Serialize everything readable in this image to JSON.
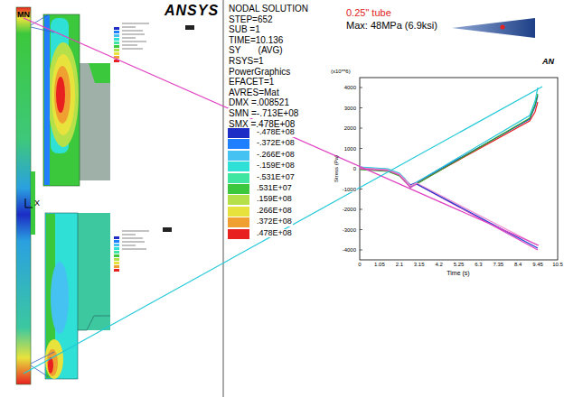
{
  "diagram": {
    "labels": [
      "MN",
      "X",
      "ANSYS",
      "NODAL SOLUTION",
      "STEP=652",
      "SUB =1",
      "TIME=10.136",
      "SY       (AVG)",
      "RSYS=1",
      "PowerGraphics",
      "EFACET=1",
      "AVRES=Mat",
      "DMX =.008521",
      "SMN =-.713E+08",
      "SMX =.478E+08",
      "0.25\" tube",
      "Max: 48MPa (6.9ksi)",
      "AN",
      "(x10**6)",
      "4000",
      "3000",
      "2000",
      "1000",
      "0",
      "-1000",
      "-2000",
      "-3000",
      "-4000",
      "0",
      "1.05",
      "2.1",
      "3.15",
      "4.2",
      "5.25",
      "6.3",
      "7.35",
      "8.4",
      "9.45",
      "10.5",
      "Stress (Pa)",
      "Time (s)"
    ],
    "legend": [
      {
        "text": "-.478E+08",
        "color": "#1c2cc4"
      },
      {
        "text": "-.372E+08",
        "color": "#1f7fff"
      },
      {
        "text": "-.266E+08",
        "color": "#45c2f2"
      },
      {
        "text": "-.159E+08",
        "color": "#2ee0d6"
      },
      {
        "text": "-.531E+07",
        "color": "#3ee6a2"
      },
      {
        "text": ".531E+07",
        "color": "#3cc83c"
      },
      {
        "text": ".159E+08",
        "color": "#b6e04a"
      },
      {
        "text": ".266E+08",
        "color": "#e8e23c"
      },
      {
        "text": ".372E+08",
        "color": "#f0a030"
      },
      {
        "text": ".478E+08",
        "color": "#e82020"
      }
    ]
  }
}
